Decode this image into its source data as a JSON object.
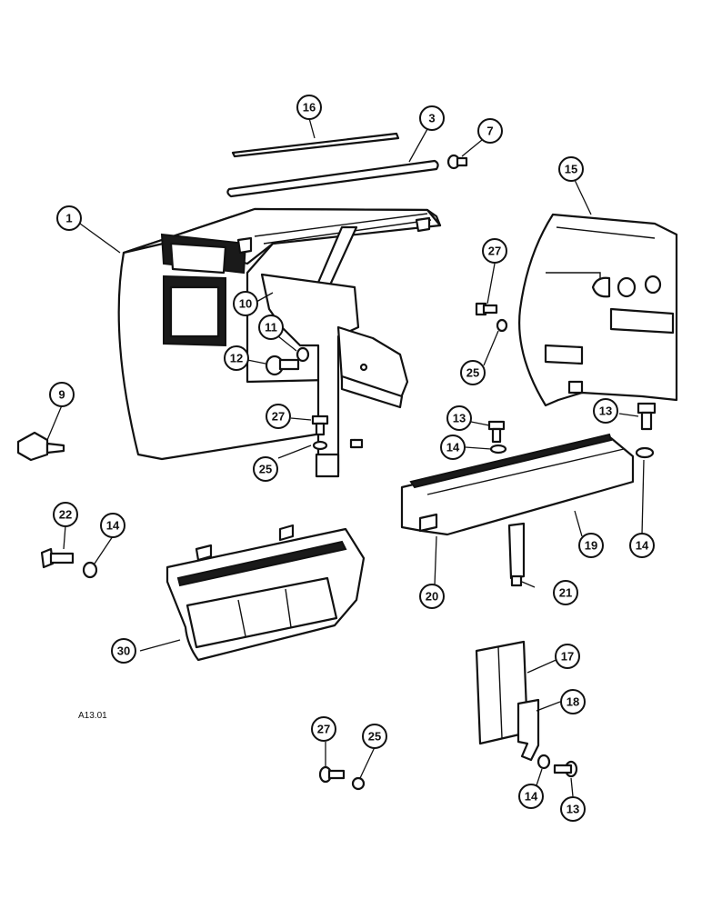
{
  "diagram": {
    "reference_code": "A13.01",
    "callouts": [
      "16",
      "3",
      "7",
      "1",
      "15",
      "27",
      "10",
      "11",
      "12",
      "25",
      "9",
      "27",
      "13",
      "13",
      "25",
      "14",
      "14",
      "22",
      "14",
      "19",
      "21",
      "20",
      "30",
      "17",
      "18",
      "27",
      "25",
      "14",
      "13"
    ]
  }
}
